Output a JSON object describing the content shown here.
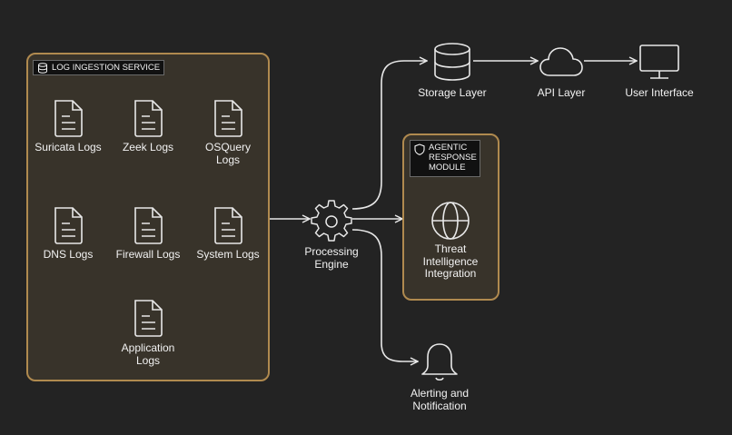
{
  "groups": {
    "ingestion": {
      "title": "LOG INGESTION SERVICE",
      "icon": "database-icon"
    },
    "agentic": {
      "title": "AGENTIC\nRESPONSE\nMODULE",
      "icon": "shield-icon"
    }
  },
  "logs": [
    {
      "label": "Suricata Logs",
      "icon": "document-icon"
    },
    {
      "label": "Zeek Logs",
      "icon": "document-icon"
    },
    {
      "label": "OSQuery\nLogs",
      "icon": "document-icon"
    },
    {
      "label": "DNS Logs",
      "icon": "document-icon"
    },
    {
      "label": "Firewall Logs",
      "icon": "document-icon"
    },
    {
      "label": "System Logs",
      "icon": "document-icon"
    },
    {
      "label": "Application\nLogs",
      "icon": "document-icon"
    }
  ],
  "nodes": {
    "processing": {
      "label": "Processing\nEngine",
      "icon": "gear-icon"
    },
    "storage": {
      "label": "Storage Layer",
      "icon": "database-icon"
    },
    "api": {
      "label": "API Layer",
      "icon": "cloud-icon"
    },
    "ui": {
      "label": "User Interface",
      "icon": "monitor-icon"
    },
    "threat": {
      "label": "Threat\nIntelligence\nIntegration",
      "icon": "globe-icon"
    },
    "alerting": {
      "label": "Alerting and\nNotification",
      "icon": "bell-icon"
    }
  },
  "colors": {
    "background": "#232323",
    "group_border": "#b08a4f",
    "group_fill": "#38332a",
    "stroke": "#e8e8e8"
  }
}
